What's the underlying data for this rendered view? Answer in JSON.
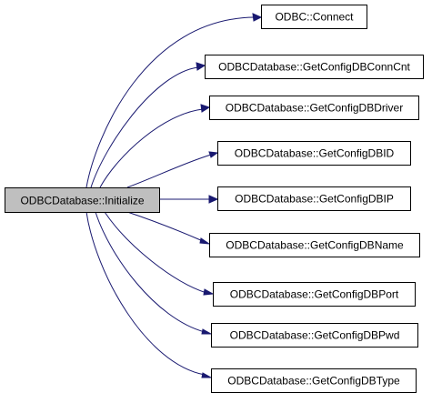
{
  "graph": {
    "root": {
      "label": "ODBCDatabase::Initialize"
    },
    "callees": [
      {
        "label": "ODBC::Connect"
      },
      {
        "label": "ODBCDatabase::GetConfigDBConnCnt"
      },
      {
        "label": "ODBCDatabase::GetConfigDBDriver"
      },
      {
        "label": "ODBCDatabase::GetConfigDBID"
      },
      {
        "label": "ODBCDatabase::GetConfigDBIP"
      },
      {
        "label": "ODBCDatabase::GetConfigDBName"
      },
      {
        "label": "ODBCDatabase::GetConfigDBPort"
      },
      {
        "label": "ODBCDatabase::GetConfigDBPwd"
      },
      {
        "label": "ODBCDatabase::GetConfigDBType"
      }
    ]
  },
  "colors": {
    "edge": "#191970",
    "root_fill": "#bfbfbf",
    "node_fill": "#ffffff",
    "border": "#000000"
  }
}
